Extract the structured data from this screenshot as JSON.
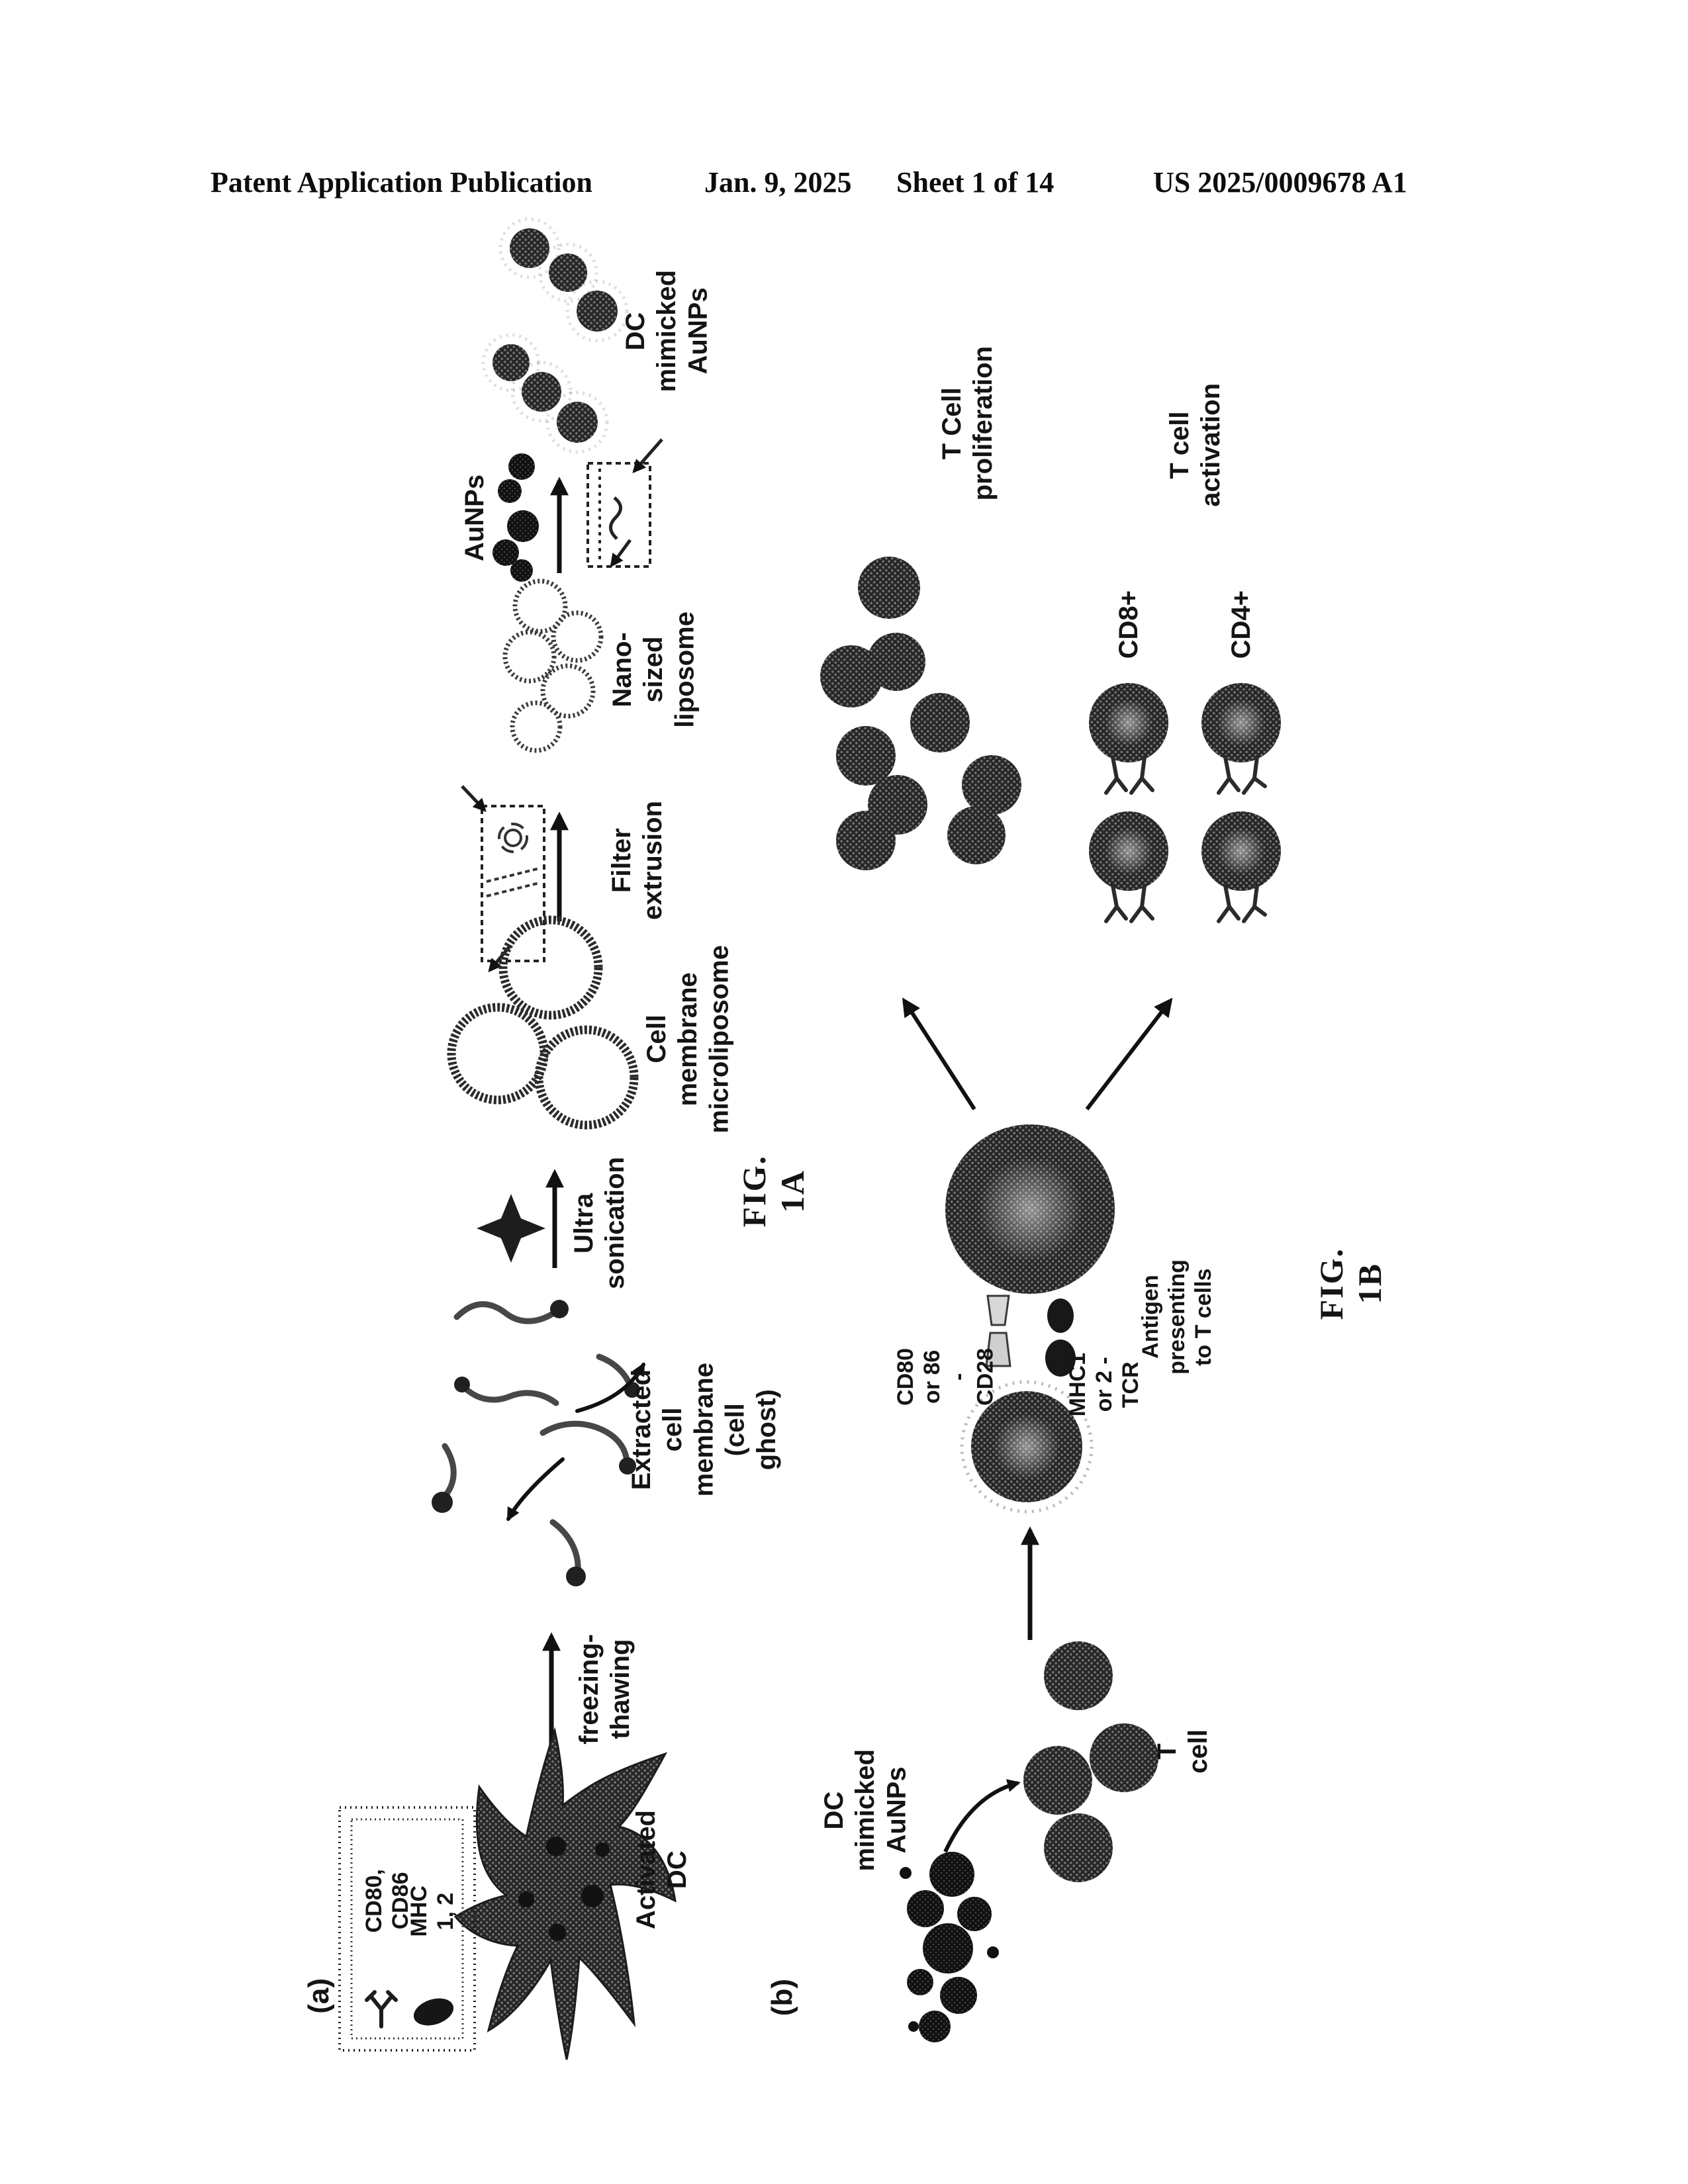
{
  "header": {
    "title": "Patent Application Publication",
    "date": "Jan. 9, 2025",
    "sheet": "Sheet 1 of 14",
    "number": "US 2025/0009678 A1"
  },
  "fig1a": {
    "caption": "FIG. 1A",
    "panel": "(a)",
    "labels": {
      "dc_mimicked": "DC mimicked\nAuNPs",
      "aunps": "AuNPs",
      "nano_liposome": "Nano-sized\nliposome",
      "filter_extrusion": "Filter\nextrusion",
      "microliposome": "Cell membrane\nmicroliposome",
      "ultra_sonication": "Ultra\nsonication",
      "extracted_membrane": "Extracted cell membrane\n(cell ghost)",
      "freezing": "freezing-\nthawing",
      "activated_dc": "Activated DC"
    },
    "legend": [
      {
        "icon": "y-receptor-icon",
        "label": "CD80, CD86"
      },
      {
        "icon": "mhc-oval-icon",
        "label": "MHC 1, 2"
      }
    ]
  },
  "fig1b": {
    "caption": "FIG. 1B",
    "panel": "(b)",
    "labels": {
      "dc_mimicked_aunps": "DC mimicked AuNPs",
      "t_cell": "T cell",
      "cd80_cd28": "CD80 or 86 - CD28",
      "mhc_tcr": "MHC1 or 2 - TCR",
      "antigen_presenting": "Antigen presenting to T cells",
      "t_cell_proliferation": "T Cell proliferation",
      "t_cell_activation": "T cell activation",
      "cd8": "CD8+",
      "cd4": "CD4+"
    }
  },
  "colors": {
    "ink": "#111111",
    "paper": "#ffffff"
  }
}
